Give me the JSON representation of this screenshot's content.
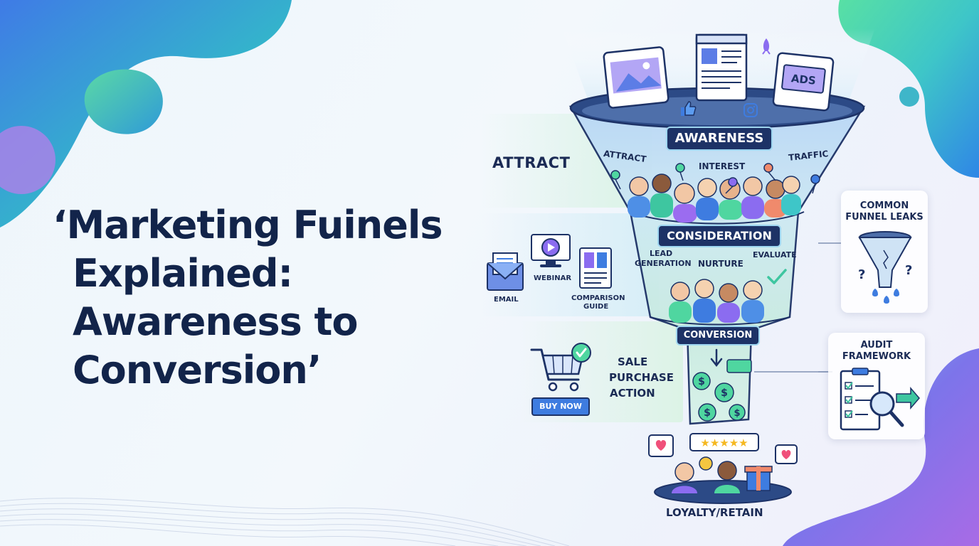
{
  "headline": {
    "line1": "‘Marketing Fuinels",
    "line2": "Explained:",
    "line3": "Awareness to",
    "line4": "Conversion’"
  },
  "side_labels": {
    "attract": "ATTRACT",
    "email": "EMAIL",
    "webinar": "WEBINAR",
    "comparison_line1": "COMPARISON",
    "comparison_line2": "GUIDE",
    "sale": "SALE",
    "purchase": "PURCHASE",
    "action": "ACTION",
    "buy_now": "BUY NOW"
  },
  "funnel": {
    "awareness": "AWARENESS",
    "consideration": "CONSIDERATION",
    "conversion": "CONVERSION",
    "attract": "ATTRACT",
    "interest": "INTEREST",
    "traffic": "TRAFFIC",
    "lead_line1": "LEAD",
    "lead_line2": "GENERATION",
    "nurture": "NURTURE",
    "evaluate": "EVALUATE",
    "ads": "ADS",
    "loyalty": "LOYALTY/RETAIN"
  },
  "cards": {
    "leaks_line1": "COMMON",
    "leaks_line2": "FUNNEL LEAKS",
    "audit_line1": "AUDIT",
    "audit_line2": "FRAMEWORK"
  },
  "colors": {
    "navy": "#1d3266",
    "text": "#1b2b55",
    "accent_blue": "#3e7ce0",
    "accent_green": "#4fd6a0",
    "accent_purple": "#8b6cf0"
  }
}
